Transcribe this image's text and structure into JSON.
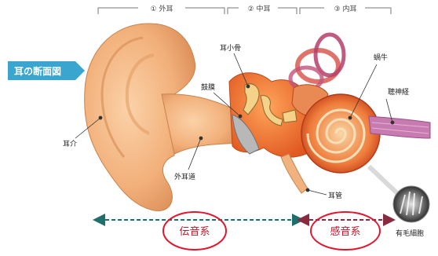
{
  "title": "耳の断面図",
  "sections": {
    "outer": "① 外耳",
    "middle": "② 中耳",
    "inner": "③ 内耳"
  },
  "labels": {
    "auricle": "耳介",
    "ear_canal": "外耳道",
    "eardrum": "鼓膜",
    "ossicles": "耳小骨",
    "cochlea": "蝸牛",
    "auditory_nerve": "聴神経",
    "eustachian_tube": "耳管",
    "hair_cells": "有毛細胞"
  },
  "systems": {
    "conductive": "伝音系",
    "sensorineural": "感音系"
  },
  "colors": {
    "title_tab": "#3aa6cf",
    "skin": "#f0b27f",
    "tissue": "#ee7a3c",
    "cochlea": "#e95a2b",
    "nerve": "#c77bb1",
    "conductive_arrow": "#1f6f6d",
    "sensorineural_arrow": "#8a2a3f",
    "circle": "#e2152c"
  }
}
